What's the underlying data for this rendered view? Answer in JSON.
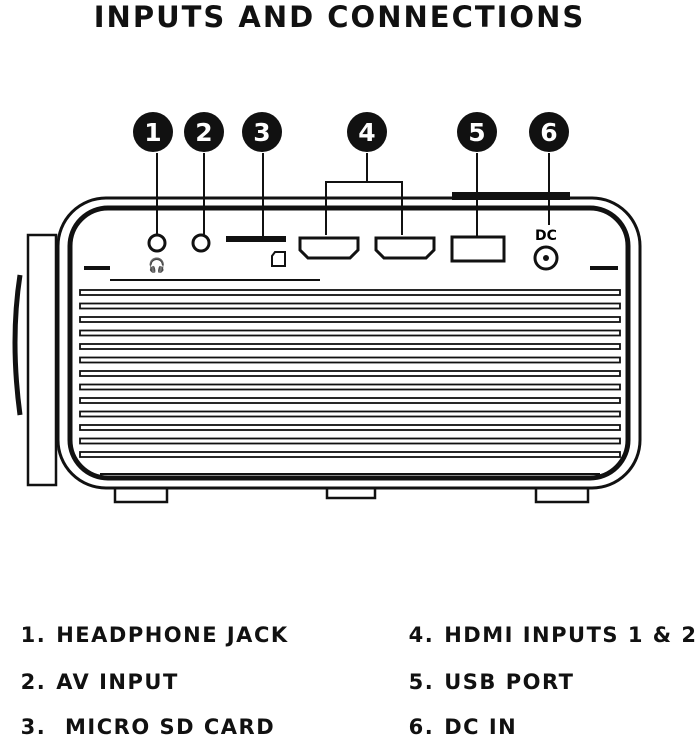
{
  "title": "INPUTS AND CONNECTIONS",
  "callouts": [
    "1",
    "2",
    "3",
    "4",
    "5",
    "6"
  ],
  "dc_label": "DC",
  "legend": [
    {
      "num": "1.",
      "label": "HEADPHONE JACK"
    },
    {
      "num": "2.",
      "label": "AV INPUT"
    },
    {
      "num": "3.",
      "label": " MICRO SD CARD"
    },
    {
      "num": "4.",
      "label": "HDMI INPUTS 1 & 2"
    },
    {
      "num": "5.",
      "label": "USB PORT"
    },
    {
      "num": "6.",
      "label": "DC IN"
    }
  ]
}
